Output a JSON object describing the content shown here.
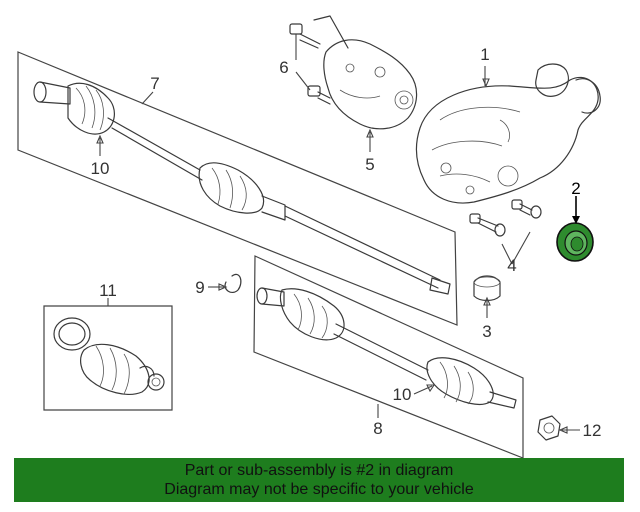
{
  "callouts": {
    "c1": "1",
    "c2": "2",
    "c3": "3",
    "c4": "4",
    "c5": "5",
    "c6": "6",
    "c7": "7",
    "c8": "8",
    "c9": "9",
    "c10a": "10",
    "c10b": "10",
    "c11": "11",
    "c12": "12"
  },
  "highlight": {
    "color": "#1e7d1e",
    "part_color": "#2e8b2e"
  },
  "banner": {
    "line1": "Part or sub-assembly is #2 in diagram",
    "line2": "Diagram may not be specific to your vehicle"
  }
}
